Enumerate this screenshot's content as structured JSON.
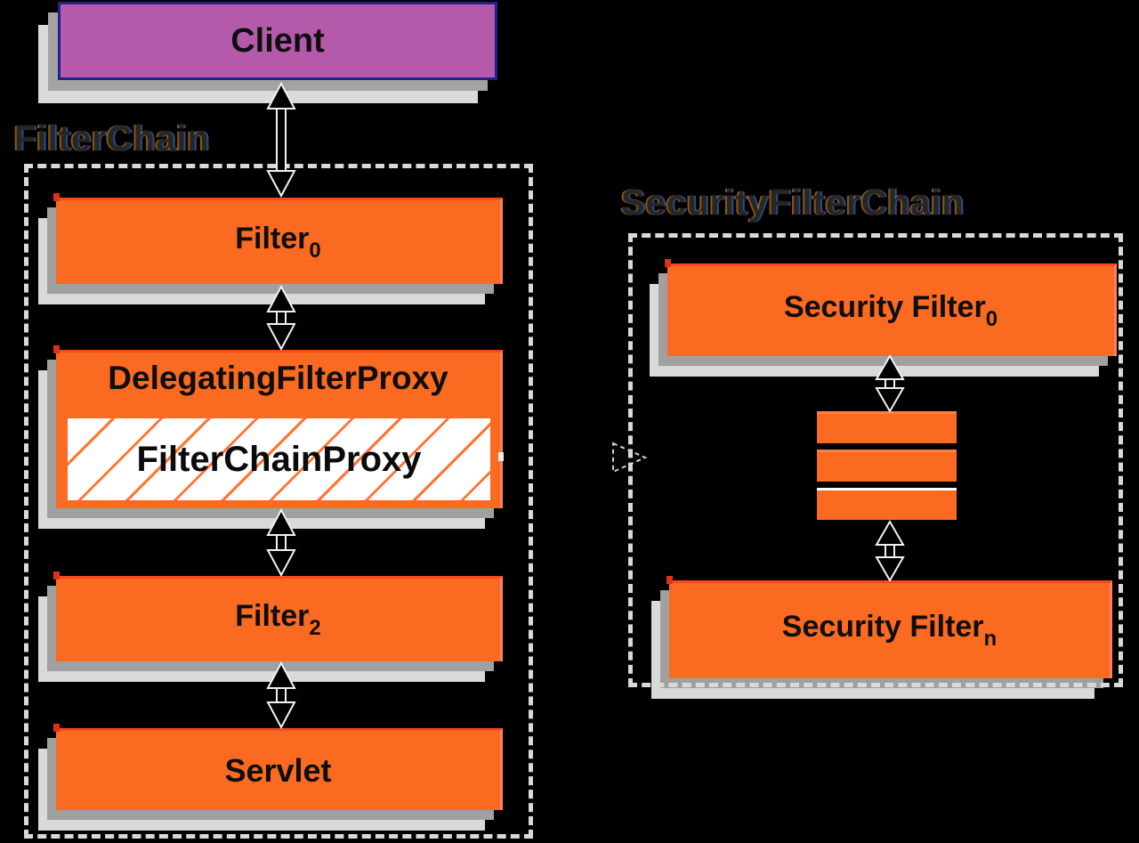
{
  "groups": {
    "filter_chain": {
      "label": "FilterChain"
    },
    "security_filter_chain": {
      "label": "SecurityFilterChain"
    }
  },
  "nodes": {
    "client": {
      "label": "Client"
    },
    "filter0": {
      "label": "Filter",
      "sub": "0"
    },
    "delegating_filter_proxy": {
      "label": "DelegatingFilterProxy"
    },
    "filter_chain_proxy": {
      "label": "FilterChainProxy"
    },
    "filter2": {
      "label": "Filter",
      "sub": "2"
    },
    "servlet": {
      "label": "Servlet"
    },
    "security_filter_0": {
      "label": "Security Filter",
      "sub": "0"
    },
    "security_filter_n": {
      "label": "Security Filter",
      "sub": "n"
    }
  },
  "edges": [
    {
      "from": "client",
      "to": "filter0",
      "type": "bidirectional-arrow"
    },
    {
      "from": "filter0",
      "to": "delegating_filter_proxy",
      "type": "bidirectional-arrow"
    },
    {
      "from": "delegating_filter_proxy",
      "to": "filter2",
      "type": "bidirectional-arrow"
    },
    {
      "from": "filter2",
      "to": "servlet",
      "type": "bidirectional-arrow"
    },
    {
      "from": "filter_chain_proxy",
      "to": "security_filter_chain",
      "type": "dashed-arrowhead"
    },
    {
      "from": "security_filter_0",
      "to": "more-filters-bars",
      "type": "bidirectional-arrow"
    },
    {
      "from": "more-filters-bars",
      "to": "security_filter_n",
      "type": "bidirectional-arrow"
    }
  ],
  "icons": {
    "bidirectional_arrow": "double-headed-vertical-arrow",
    "delegation_arrowhead": "right-pointing-triangle-arrowhead",
    "more_filters_bars": "three-stacked-bars-ellipsis"
  },
  "colors": {
    "background": "#000000",
    "node_orange": "#fa6a21",
    "node_orange_top_border": "#f9471f",
    "client_purple": "#b55aab",
    "client_border_navy": "#23208c",
    "shadow_gray": "#a0a0a0",
    "shadow_light_gray": "#d9d9d9",
    "dashed_border": "#d9d9d9",
    "hatch_line_orange": "#ff7433",
    "arrow_fill": "#000000",
    "arrow_outline": "#f2f2f2",
    "text": "#0e0e0e"
  }
}
